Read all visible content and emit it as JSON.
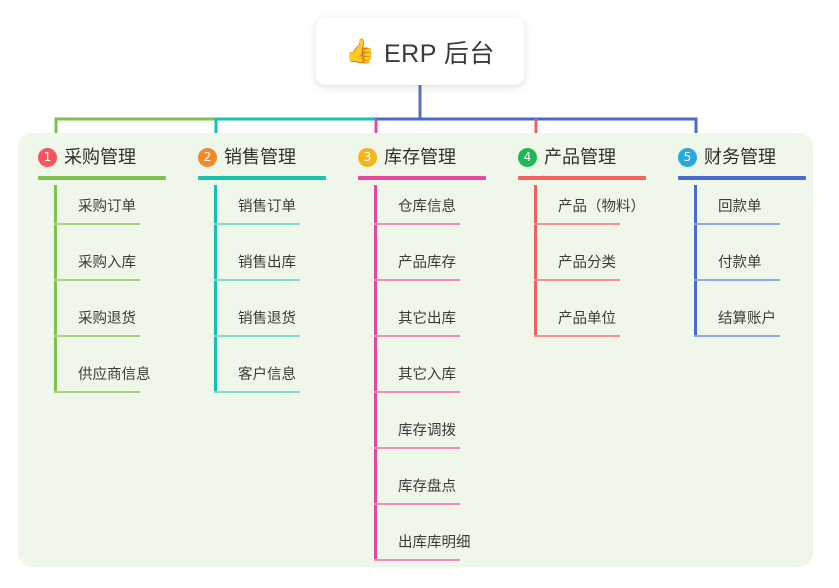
{
  "root": {
    "icon": "thumbs-up-icon",
    "icon_glyph": "👍",
    "title": "ERP 后台"
  },
  "theme": {
    "canvas_bg": "#ffffff",
    "panel_bg": "#EEF7EA",
    "card_bg": "#ffffff",
    "trunk_color": "#5B6FC0",
    "text_color": "#333333"
  },
  "diagram": {
    "type": "mind-map",
    "title": "ERP 后台",
    "branch_count": 5,
    "branches": [
      {
        "number": "1",
        "label": "采购管理",
        "badge_color": "#F4565C",
        "line_color": "#7DC24B",
        "leaf_color": "#A8D27E",
        "items": [
          "采购订单",
          "采购入库",
          "采购退货",
          "供应商信息"
        ]
      },
      {
        "number": "2",
        "label": "销售管理",
        "badge_color": "#F08B2C",
        "line_color": "#14C2AE",
        "leaf_color": "#82D9CD",
        "items": [
          "销售订单",
          "销售出库",
          "销售退货",
          "客户信息"
        ]
      },
      {
        "number": "3",
        "label": "库存管理",
        "badge_color": "#F5B619",
        "line_color": "#E5489E",
        "leaf_color": "#F08CC0",
        "items": [
          "仓库信息",
          "产品库存",
          "其它出库",
          "其它入库",
          "库存调拨",
          "库存盘点",
          "出库库明细"
        ]
      },
      {
        "number": "4",
        "label": "产品管理",
        "badge_color": "#1EB955",
        "line_color": "#F4605F",
        "leaf_color": "#F59392",
        "items": [
          "产品（物料）",
          "产品分类",
          "产品单位"
        ]
      },
      {
        "number": "5",
        "label": "财务管理",
        "badge_color": "#29A8E0",
        "line_color": "#4B69CF",
        "leaf_color": "#92A9E0",
        "items": [
          "回款单",
          "付款单",
          "结算账户"
        ]
      }
    ]
  }
}
